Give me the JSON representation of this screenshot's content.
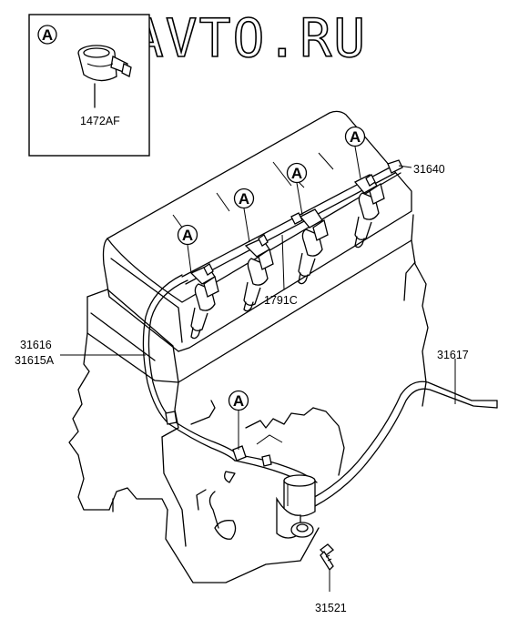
{
  "watermark": "ZURAVTO.RU",
  "detail": {
    "marker": "A",
    "part_label": "1472AF"
  },
  "callout_marker": "A",
  "parts": {
    "p31640": "31640",
    "p1791C": "1791C",
    "p31616": "31616",
    "p31615A": "31615A",
    "p31617": "31617",
    "p31521": "31521"
  }
}
